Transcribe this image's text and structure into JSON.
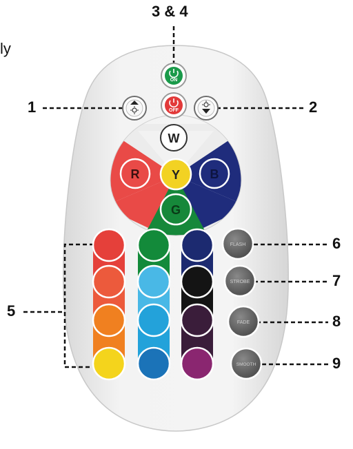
{
  "callouts": {
    "top": "3 & 4",
    "left_1": "1",
    "right_2": "2",
    "left_5": "5",
    "right_6": "6",
    "right_7": "7",
    "right_8": "8",
    "right_9": "9"
  },
  "partial_text": "ly",
  "buttons": {
    "on": "ON",
    "off": "OFF",
    "w": "W",
    "r": "R",
    "y": "Y",
    "b": "B",
    "g": "G",
    "flash": "FLASH",
    "strobe": "STROBE",
    "fade": "FADE",
    "smooth": "SMOOTH"
  },
  "colors": {
    "remote_body": "#f1f1f1",
    "red": "#e8403e",
    "yellow": "#f2d223",
    "blue": "#1e2a78",
    "green": "#17883b",
    "on_green": "#1a9a4a",
    "off_red": "#e23a3a"
  },
  "color_rows": [
    [
      "#e5403a",
      "#138a3a",
      "#1c2a70"
    ],
    [
      "#ec5a3c",
      "#49b8e6",
      "#141414"
    ],
    [
      "#f08020",
      "#23a2da",
      "#3a1d3a"
    ],
    [
      "#f4d41c",
      "#1b73b8",
      "#8a2670"
    ]
  ],
  "icons": [
    "power-on-icon",
    "power-off-icon",
    "brightness-up-icon",
    "brightness-down-icon"
  ]
}
